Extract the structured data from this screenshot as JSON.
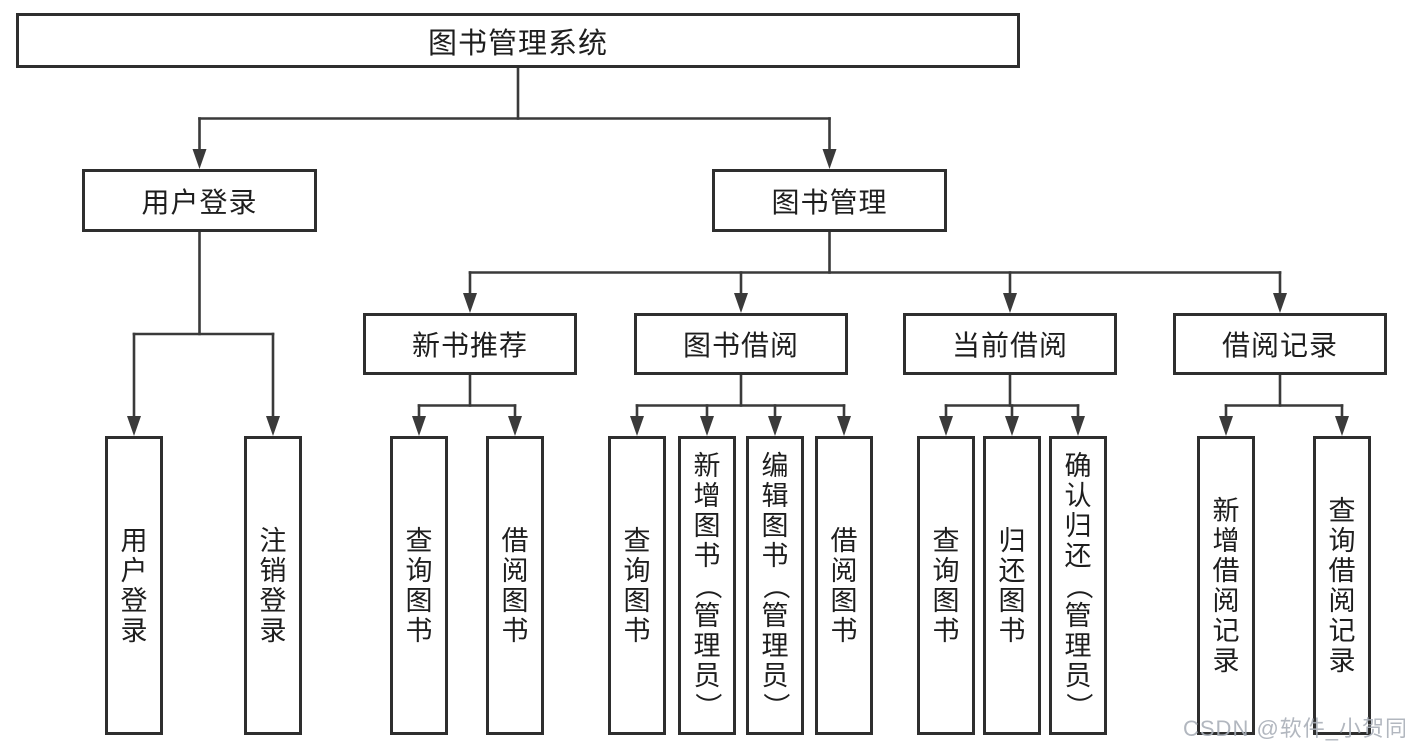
{
  "diagram": {
    "root": {
      "label": "图书管理系统"
    },
    "level1": {
      "userLogin": {
        "label": "用户登录"
      },
      "bookManagement": {
        "label": "图书管理"
      }
    },
    "level2": {
      "newBookRecommendation": {
        "label": "新书推荐"
      },
      "bookBorrowing": {
        "label": "图书借阅"
      },
      "currentBorrowing": {
        "label": "当前借阅"
      },
      "borrowingRecords": {
        "label": "借阅记录"
      }
    },
    "leaves": {
      "userLogin": {
        "label": "用户登录"
      },
      "logout": {
        "label": "注销登录"
      },
      "queryBooksRecommend": {
        "label": "查询图书"
      },
      "borrowBooksRecommend": {
        "label": "借阅图书"
      },
      "queryBooksBorrowing": {
        "label": "查询图书"
      },
      "addBooksAdmin": {
        "label": "新增图书（管理员）"
      },
      "editBooksAdmin": {
        "label": "编辑图书（管理员）"
      },
      "borrowBooks": {
        "label": "借阅图书"
      },
      "queryBooksCurrent": {
        "label": "查询图书"
      },
      "returnBooks": {
        "label": "归还图书"
      },
      "confirmReturnAdmin": {
        "label": "确认归还（管理员）"
      },
      "addBorrowRecord": {
        "label": "新增借阅记录"
      },
      "queryBorrowRecord": {
        "label": "查询借阅记录"
      }
    }
  },
  "watermark": {
    "text": "CSDN @软件_小贺同学",
    "color": "#aab0b9"
  },
  "colors": {
    "line": "#3a3a3a",
    "border": "#2e2e2e",
    "text": "#1e1e1e"
  }
}
